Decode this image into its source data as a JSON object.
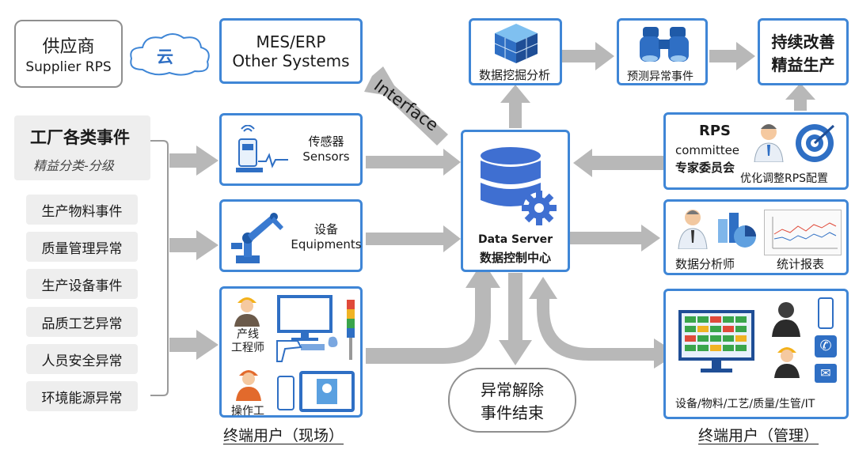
{
  "supplier": {
    "cn": "供应商",
    "en": "Supplier RPS"
  },
  "cloud": {
    "label": "云"
  },
  "mes": {
    "line1": "MES/ERP",
    "line2": "Other Systems"
  },
  "interface": {
    "label": "Interface"
  },
  "factory": {
    "title": "工厂各类事件",
    "subtitle": "精益分类-分级"
  },
  "events": [
    "生产物料事件",
    "质量管理异常",
    "生产设备事件",
    "品质工艺异常",
    "人员安全异常",
    "环境能源异常"
  ],
  "sensors": {
    "cn": "传感器",
    "en": "Sensors"
  },
  "equipments": {
    "cn": "设备",
    "en": "Equipments"
  },
  "field": {
    "engineer": "产线\n工程师",
    "operator": "操作工",
    "caption": "终端用户（现场）"
  },
  "datamining": {
    "label": "数据挖掘分析"
  },
  "predict": {
    "label": "预测异常事件"
  },
  "improve": {
    "line1": "持续改善",
    "line2": "精益生产"
  },
  "server": {
    "en": "Data Server",
    "cn": "数据控制中心"
  },
  "rps": {
    "title": "RPS",
    "en": "committee",
    "cn": "专家委员会",
    "optimize": "优化调整RPS配置"
  },
  "analyst": {
    "label": "数据分析师",
    "report": "统计报表"
  },
  "resolve": {
    "line1": "异常解除",
    "line2": "事件结束"
  },
  "mgmt": {
    "roles": "设备/物料/工艺/质量/生管/IT",
    "caption": "终端用户（管理）"
  },
  "icons": [
    "cloud-icon",
    "sensor-icon",
    "robot-arm-icon",
    "database-icon",
    "gear-icon",
    "cube-icon",
    "binoculars-icon",
    "target-icon",
    "expert-icon",
    "person-icon",
    "computer-icon",
    "tablet-icon",
    "phone-icon",
    "mail-icon",
    "monitor-icon",
    "chart-icon"
  ],
  "colors": {
    "accent": "#3f86d6",
    "arrow": "#b3b3b3",
    "server": "#3f6fd1"
  }
}
